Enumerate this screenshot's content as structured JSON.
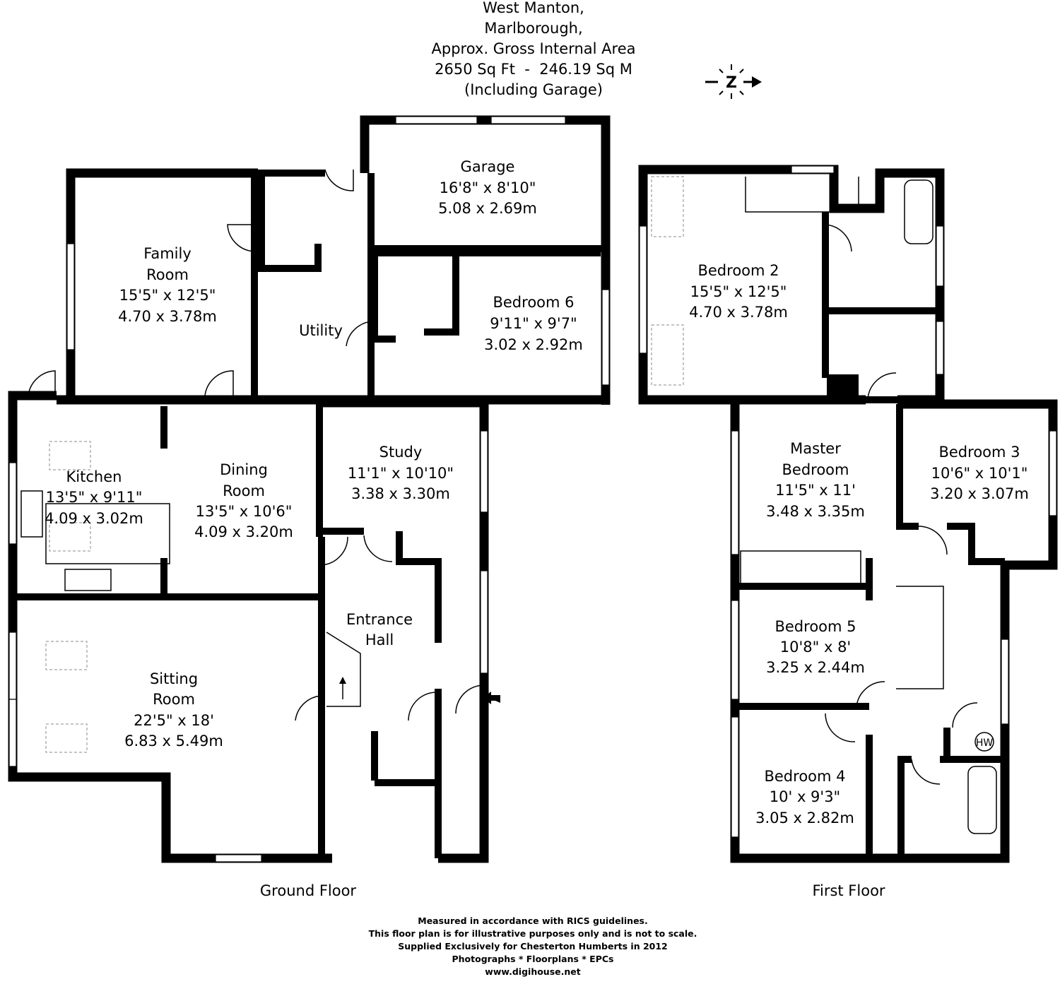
{
  "header": {
    "lines": [
      "West Manton,",
      "Marlborough,",
      "Approx. Gross Internal Area",
      "2650 Sq Ft  -  246.19 Sq M",
      "(Including Garage)"
    ]
  },
  "compass": {
    "letter": "Z",
    "icon": "north-arrow-icon"
  },
  "ground_floor": {
    "label": "Ground Floor",
    "rooms": {
      "garage": [
        "Garage",
        "16'8\" x 8'10\"",
        "5.08 x 2.69m"
      ],
      "family_room": [
        "Family",
        "Room",
        "15'5\" x 12'5\"",
        "4.70 x 3.78m"
      ],
      "utility": [
        "Utility"
      ],
      "bedroom6": [
        "Bedroom 6",
        "9'11\" x 9'7\"",
        "3.02 x 2.92m"
      ],
      "kitchen": [
        "Kitchen",
        "13'5\" x 9'11\"",
        "4.09 x 3.02m"
      ],
      "dining_room": [
        "Dining",
        "Room",
        "13'5\" x 10'6\"",
        "4.09 x 3.20m"
      ],
      "study": [
        "Study",
        "11'1\" x 10'10\"",
        "3.38 x 3.30m"
      ],
      "entrance_hall": [
        "Entrance",
        "Hall"
      ],
      "sitting_room": [
        "Sitting",
        "Room",
        "22'5\" x 18'",
        "6.83 x 5.49m"
      ]
    }
  },
  "first_floor": {
    "label": "First Floor",
    "rooms": {
      "bedroom2": [
        "Bedroom 2",
        "15'5\" x 12'5\"",
        "4.70 x 3.78m"
      ],
      "master_bedroom": [
        "Master",
        "Bedroom",
        "11'5\" x 11'",
        "3.48 x 3.35m"
      ],
      "bedroom3": [
        "Bedroom 3",
        "10'6\" x 10'1\"",
        "3.20 x 3.07m"
      ],
      "bedroom5": [
        "Bedroom 5",
        "10'8\" x 8'",
        "3.25 x 2.44m"
      ],
      "bedroom4": [
        "Bedroom 4",
        "10' x 9'3\"",
        "3.05 x 2.82m"
      ],
      "hot_water": "HW"
    }
  },
  "footer": {
    "lines": [
      "Measured in accordance with RICS guidelines.",
      "This floor plan is for illustrative purposes only and is not to scale.",
      "Supplied Exclusively for Chesterton Humberts in 2012",
      "Photographs * Floorplans * EPCs",
      "www.digihouse.net"
    ]
  }
}
